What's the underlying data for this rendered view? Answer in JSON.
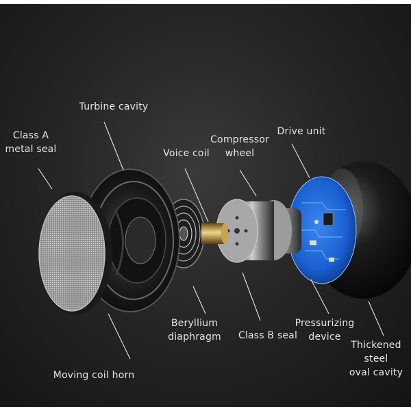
{
  "labels": {
    "turbine_cavity": "Turbine cavity",
    "class_a_seal": "Class A\nmetal seal",
    "voice_coil": "Voice coil",
    "compressor_wheel": "Compressor\nwheel",
    "drive_unit": "Drive unit",
    "beryllium_diaphragm": "Beryllium\ndiaphragm",
    "class_b_seal": "Class B seal",
    "pressurizing_device": "Pressurizing\ndevice",
    "thickened_cavity": "Thickened\nsteel\noval cavity",
    "moving_coil_horn": "Moving coil horn"
  },
  "colors": {
    "background": "#262626",
    "label_text": "#e6e6e6",
    "leader_line": "#e6e6e6",
    "pcb_blue": "#1a5fd0",
    "coil_gold": "#c9a24a"
  },
  "icons": [
    "mesh-grille",
    "speaker-driver",
    "voice-coil-spring",
    "compressor-cylinder",
    "pcb-board",
    "oval-shell"
  ]
}
